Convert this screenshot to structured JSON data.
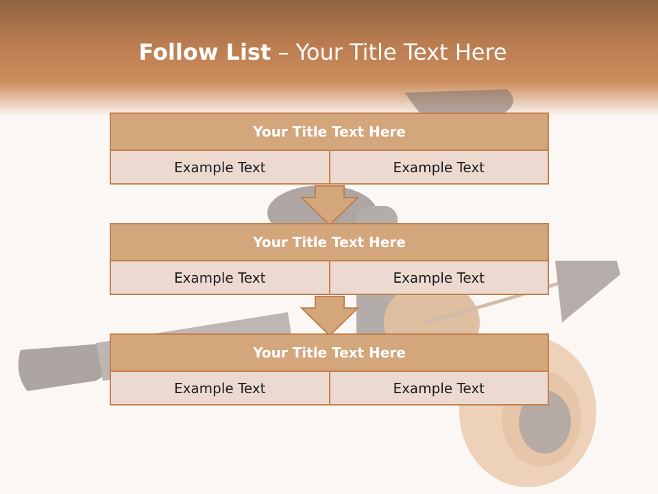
{
  "slide": {
    "title_bold": "Follow List",
    "title_rest": " – Your Title Text Here"
  },
  "blocks": [
    {
      "title": "Your Title Text Here",
      "left_text": "Example Text",
      "right_text": "Example Text"
    },
    {
      "title": "Your Title Text Here",
      "left_text": "Example Text",
      "right_text": "Example Text"
    },
    {
      "title": "Your Title Text Here",
      "left_text": "Example Text",
      "right_text": "Example Text"
    }
  ],
  "colors": {
    "accent": "#c27f4b",
    "header_fill": "#d4a67c",
    "row_fill": "#ecdad0",
    "band": "#cd8e5e"
  },
  "decoration": {
    "background_image": "fishing-reel-illustration"
  }
}
